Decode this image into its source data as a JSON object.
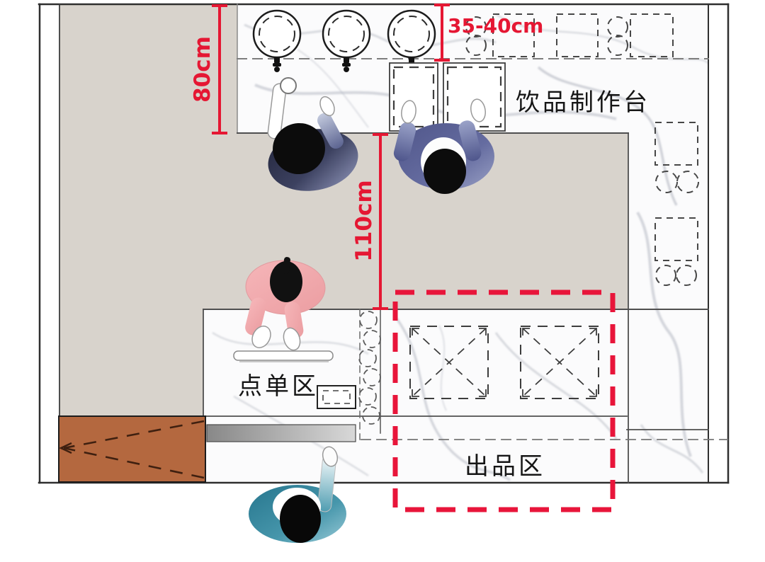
{
  "labels": {
    "drink_station": "饮品制作台",
    "order_area": "点单区",
    "pickup_area": "出品区"
  },
  "dimensions": {
    "counter_height": "80cm",
    "shelf_depth": "35-40cm",
    "aisle_width": "110cm"
  },
  "colors": {
    "dimension_red": "#e51733",
    "highlight_red": "#e8153a",
    "floor_taupe": "#d8d3cc",
    "marble_white": "#fbfbfc",
    "mat_brown": "#b4683f",
    "staff_navy": "#2c2f47",
    "staff_indigo": "#5a6194",
    "cashier_pink": "#f3adb0",
    "customer_teal": "#2b7d95"
  },
  "equipment": {
    "sink_count": 3,
    "pickup_slot_count": 2,
    "items": [
      "sink",
      "back-shelf-machine",
      "hob-rings",
      "under-counter-machine",
      "pickup-slot",
      "cup-dispenser",
      "card-reader",
      "hand-tray",
      "entry-mat"
    ]
  },
  "people": [
    {
      "role": "barista-left",
      "shirt": "navy"
    },
    {
      "role": "barista-right",
      "shirt": "indigo"
    },
    {
      "role": "cashier",
      "shirt": "pink"
    },
    {
      "role": "customer",
      "shirt": "teal"
    }
  ]
}
